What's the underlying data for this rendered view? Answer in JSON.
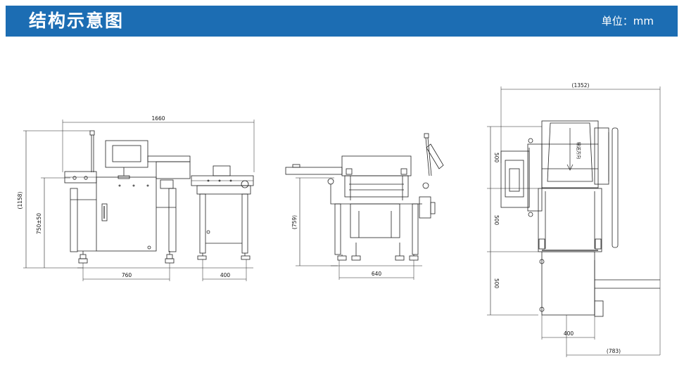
{
  "header": {
    "title": "结构示意图",
    "unit_label": "单位：mm"
  },
  "front_view": {
    "dim_top": "1660",
    "dim_height": "(1158)",
    "dim_conveyor_height": "750±50",
    "dim_base_left": "760",
    "dim_base_right": "400"
  },
  "side_view": {
    "dim_height": "(759)",
    "dim_base": "640"
  },
  "top_view": {
    "dim_top": "(1352)",
    "dim_seg1": "500",
    "dim_seg2": "500",
    "dim_seg3": "500",
    "dim_width": "400",
    "dim_bottom": "(783)",
    "flow_label": "输送方向"
  },
  "colors": {
    "header_bg": "#1c6db3",
    "header_text": "#ffffff",
    "line": "#222222"
  }
}
